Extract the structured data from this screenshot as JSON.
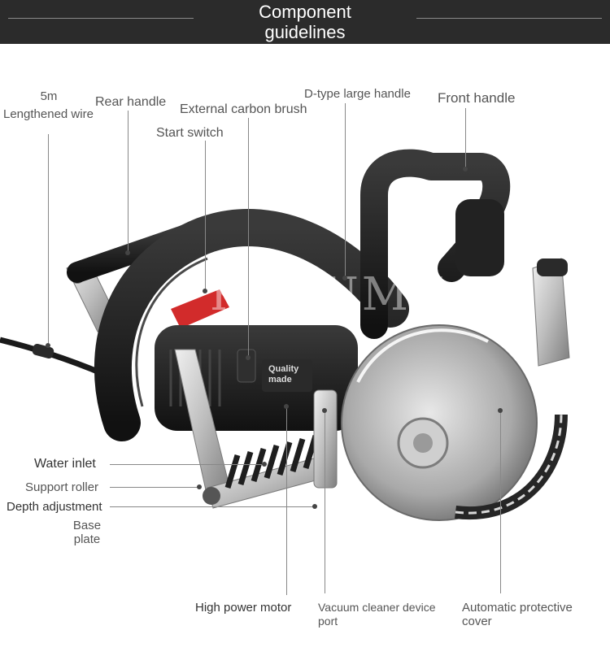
{
  "header": {
    "title_line1": "Component",
    "title_line2": "guidelines"
  },
  "watermark": "KOTUMY",
  "badge": {
    "line1": "Quality",
    "line2": "made"
  },
  "labels": {
    "wire_length": "5m",
    "wire": "Lengthened wire",
    "rear_handle": "Rear handle",
    "carbon_brush": "External carbon brush",
    "start_switch": "Start switch",
    "d_handle": "D-type large handle",
    "front_handle": "Front handle",
    "water_inlet": "Water inlet",
    "support_roller": "Support roller",
    "depth_adjustment": "Depth adjustment",
    "base_plate_1": "Base",
    "base_plate_2": "plate",
    "motor": "High power motor",
    "vacuum_1": "Vacuum cleaner device",
    "vacuum_2": "port",
    "cover_1": "Automatic protective",
    "cover_2": "cover"
  },
  "colors": {
    "header_bg": "#2b2b2b",
    "body_black": "#1c1c1c",
    "accent_red": "#d22b2b",
    "metal": "#bdbdbd"
  }
}
